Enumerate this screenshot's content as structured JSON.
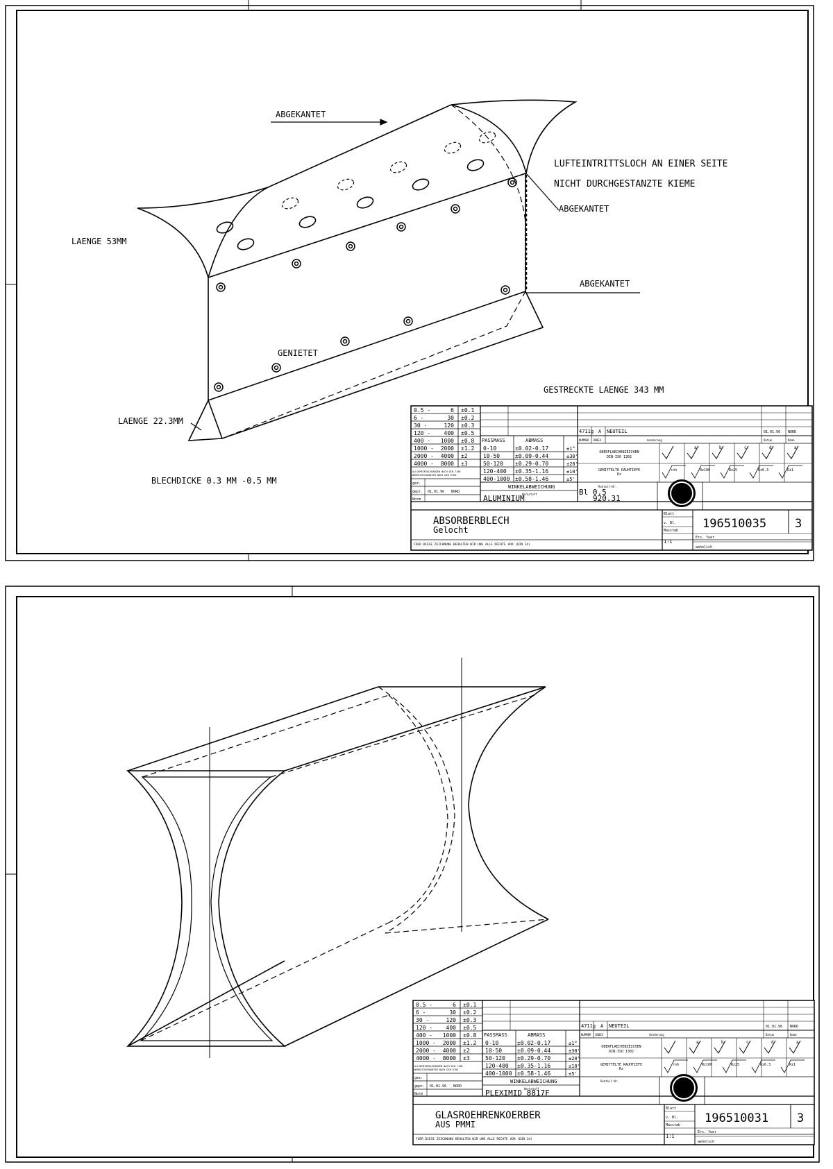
{
  "sheets": [
    {
      "labels": {
        "abgekantet_top": "ABGEKANTET",
        "lufteintritt": "LUFTEINTRITTSLOCH AN EINER SEITE",
        "kieme": "NICHT DURCHGESTANZTE KIEME",
        "abgekantet_right": "ABGEKANTET",
        "abgekantet_lower": "ABGEKANTET",
        "laenge_53": "LAENGE 53MM",
        "genietet": "GENIETET",
        "gestreckte": "GESTRECKTE LAENGE 343 MM",
        "laenge_22": "LAENGE 22.3MM",
        "blechdicke": "BLECHDICKE 0.3 MM -0.5 MM"
      },
      "title_block": {
        "werkstoff": "ALUMINIUM",
        "sachnr": "Bl 0.5\n920.31",
        "sachnr_line1": "Bl  0.5",
        "sachnr_line2": "920.31",
        "title": "ABSORBERBLECH",
        "subtitle": "Gelocht",
        "drawing_no": "196510035",
        "sheet_no": "3",
        "date": "01.01.96",
        "norm": "NORD"
      }
    },
    {
      "labels": {},
      "title_block": {
        "werkstoff": "PLEXIMID 8817F",
        "sachnr_line1": "",
        "sachnr_line2": "",
        "title": "GLASROEHRENKOERBER",
        "subtitle": "AUS PMMI",
        "drawing_no": "196510031",
        "sheet_no": "3",
        "date": "01.01.96",
        "norm": "NORD"
      }
    }
  ],
  "common": {
    "tolerances": [
      [
        "0.5 -",
        "6",
        "±0.1"
      ],
      [
        "6 -",
        "30",
        "±0.2"
      ],
      [
        "30 -",
        "120",
        "±0.3"
      ],
      [
        "120 -",
        "400",
        "±0.5"
      ],
      [
        "400 -",
        "1000",
        "±0.8"
      ],
      [
        "1000 -",
        "2000",
        "±1.2"
      ],
      [
        "2000 -",
        "4000",
        "±2"
      ],
      [
        "4000 -",
        "8000",
        "±3"
      ]
    ],
    "passmass_header": "PASSMASS",
    "abmass_header": "ABMASS",
    "fits": [
      [
        "0-10",
        "±0.02-0.17",
        "±1°"
      ],
      [
        "10-50",
        "±0.09-0.44",
        "±30'"
      ],
      [
        "50-120",
        "±0.29-0.70",
        "±20'"
      ],
      [
        "120-400",
        "±0.35-1.16",
        "±10'"
      ],
      [
        "400-1000",
        "±0.58-1.46",
        "±5'"
      ]
    ],
    "winkel": "WINKELABWEICHUNG",
    "werkstoff_label": "Werkstoff",
    "rohteil": "Rohteil-Nr.",
    "revision": "4711g",
    "rev_letter": "A",
    "neuteil": "NEUTEIL",
    "nummer": "NUMMER",
    "index": "INDEX",
    "aenderung": "Aenderung",
    "datum": "Datum",
    "name": "Name",
    "oberflaeche": "OBERFLAECHENZEICHEN",
    "din_iso": "DIN-ISO 1302",
    "rauhtiefe": "GEMITTELTE RAUHTIEFE",
    "rz": "Rz",
    "roughness": [
      "roh",
      "Rz100",
      "Rz25",
      "Rz6.3",
      "Rz1"
    ],
    "roughness_letters": [
      "a",
      "b",
      "c",
      "d"
    ],
    "gez": "gez.",
    "gepr": "gepr.",
    "norm_label": "Norm",
    "blatt": "Blatt",
    "v_bl": "v.   Bl.",
    "massstab": "Masstab",
    "scale": "1:1",
    "ers_fuer": "Ers. fuer",
    "aehnlich": "aehnlich",
    "allg": "ALLGEMEINTOLERANZEN NACH DIN 7168",
    "allg2": "WERKSTUECKKANTEN NACH DIN 6784",
    "footer": "FUER DIESE ZEICHNUNG BEHALTEN WIR UNS ALLE RECHTE VOR (DIN 34)"
  },
  "colors": {
    "ink": "#000000",
    "paper": "#ffffff"
  }
}
